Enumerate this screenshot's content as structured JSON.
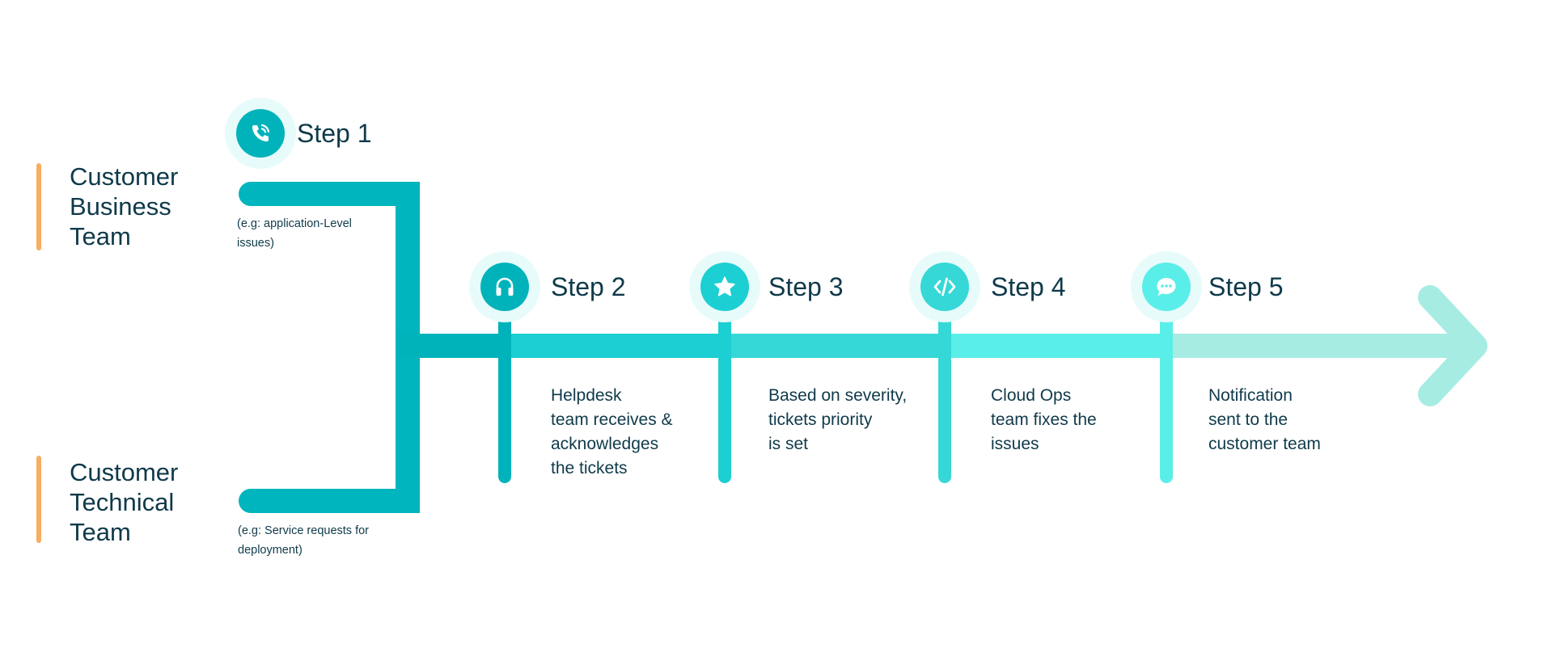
{
  "colors": {
    "accent_orange": "#f7ad62",
    "bracket": "#00b5bd",
    "segment1": "#00b3bb",
    "segment2": "#1ccfd3",
    "segment3": "#35d8d6",
    "segment4": "#5aeee9",
    "segment5": "#a6ece3",
    "halo": "#e7fbfb",
    "text_dark": "#0f3a4a"
  },
  "teams": [
    {
      "label": "Customer\nBusiness\nTeam",
      "note": "(e.g: application-Level\nissues)"
    },
    {
      "label": "Customer\nTechnical\nTeam",
      "note": "(e.g: Service requests for\ndeployment)"
    }
  ],
  "steps": [
    {
      "title": "Step 1",
      "icon": "phone-icon",
      "color": "#00b3bb",
      "description": ""
    },
    {
      "title": "Step 2",
      "icon": "headset-icon",
      "color": "#00b3bb",
      "description": "Helpdesk\nteam receives &\nacknowledges\nthe tickets"
    },
    {
      "title": "Step 3",
      "icon": "star-icon",
      "color": "#1ccfd3",
      "description": "Based on severity,\ntickets priority\nis set"
    },
    {
      "title": "Step 4",
      "icon": "code-icon",
      "color": "#35d8d6",
      "description": "Cloud Ops\nteam fixes the\nissues"
    },
    {
      "title": "Step 5",
      "icon": "chat-icon",
      "color": "#5aeee9",
      "description": "Notification\nsent to the\ncustomer team"
    }
  ]
}
